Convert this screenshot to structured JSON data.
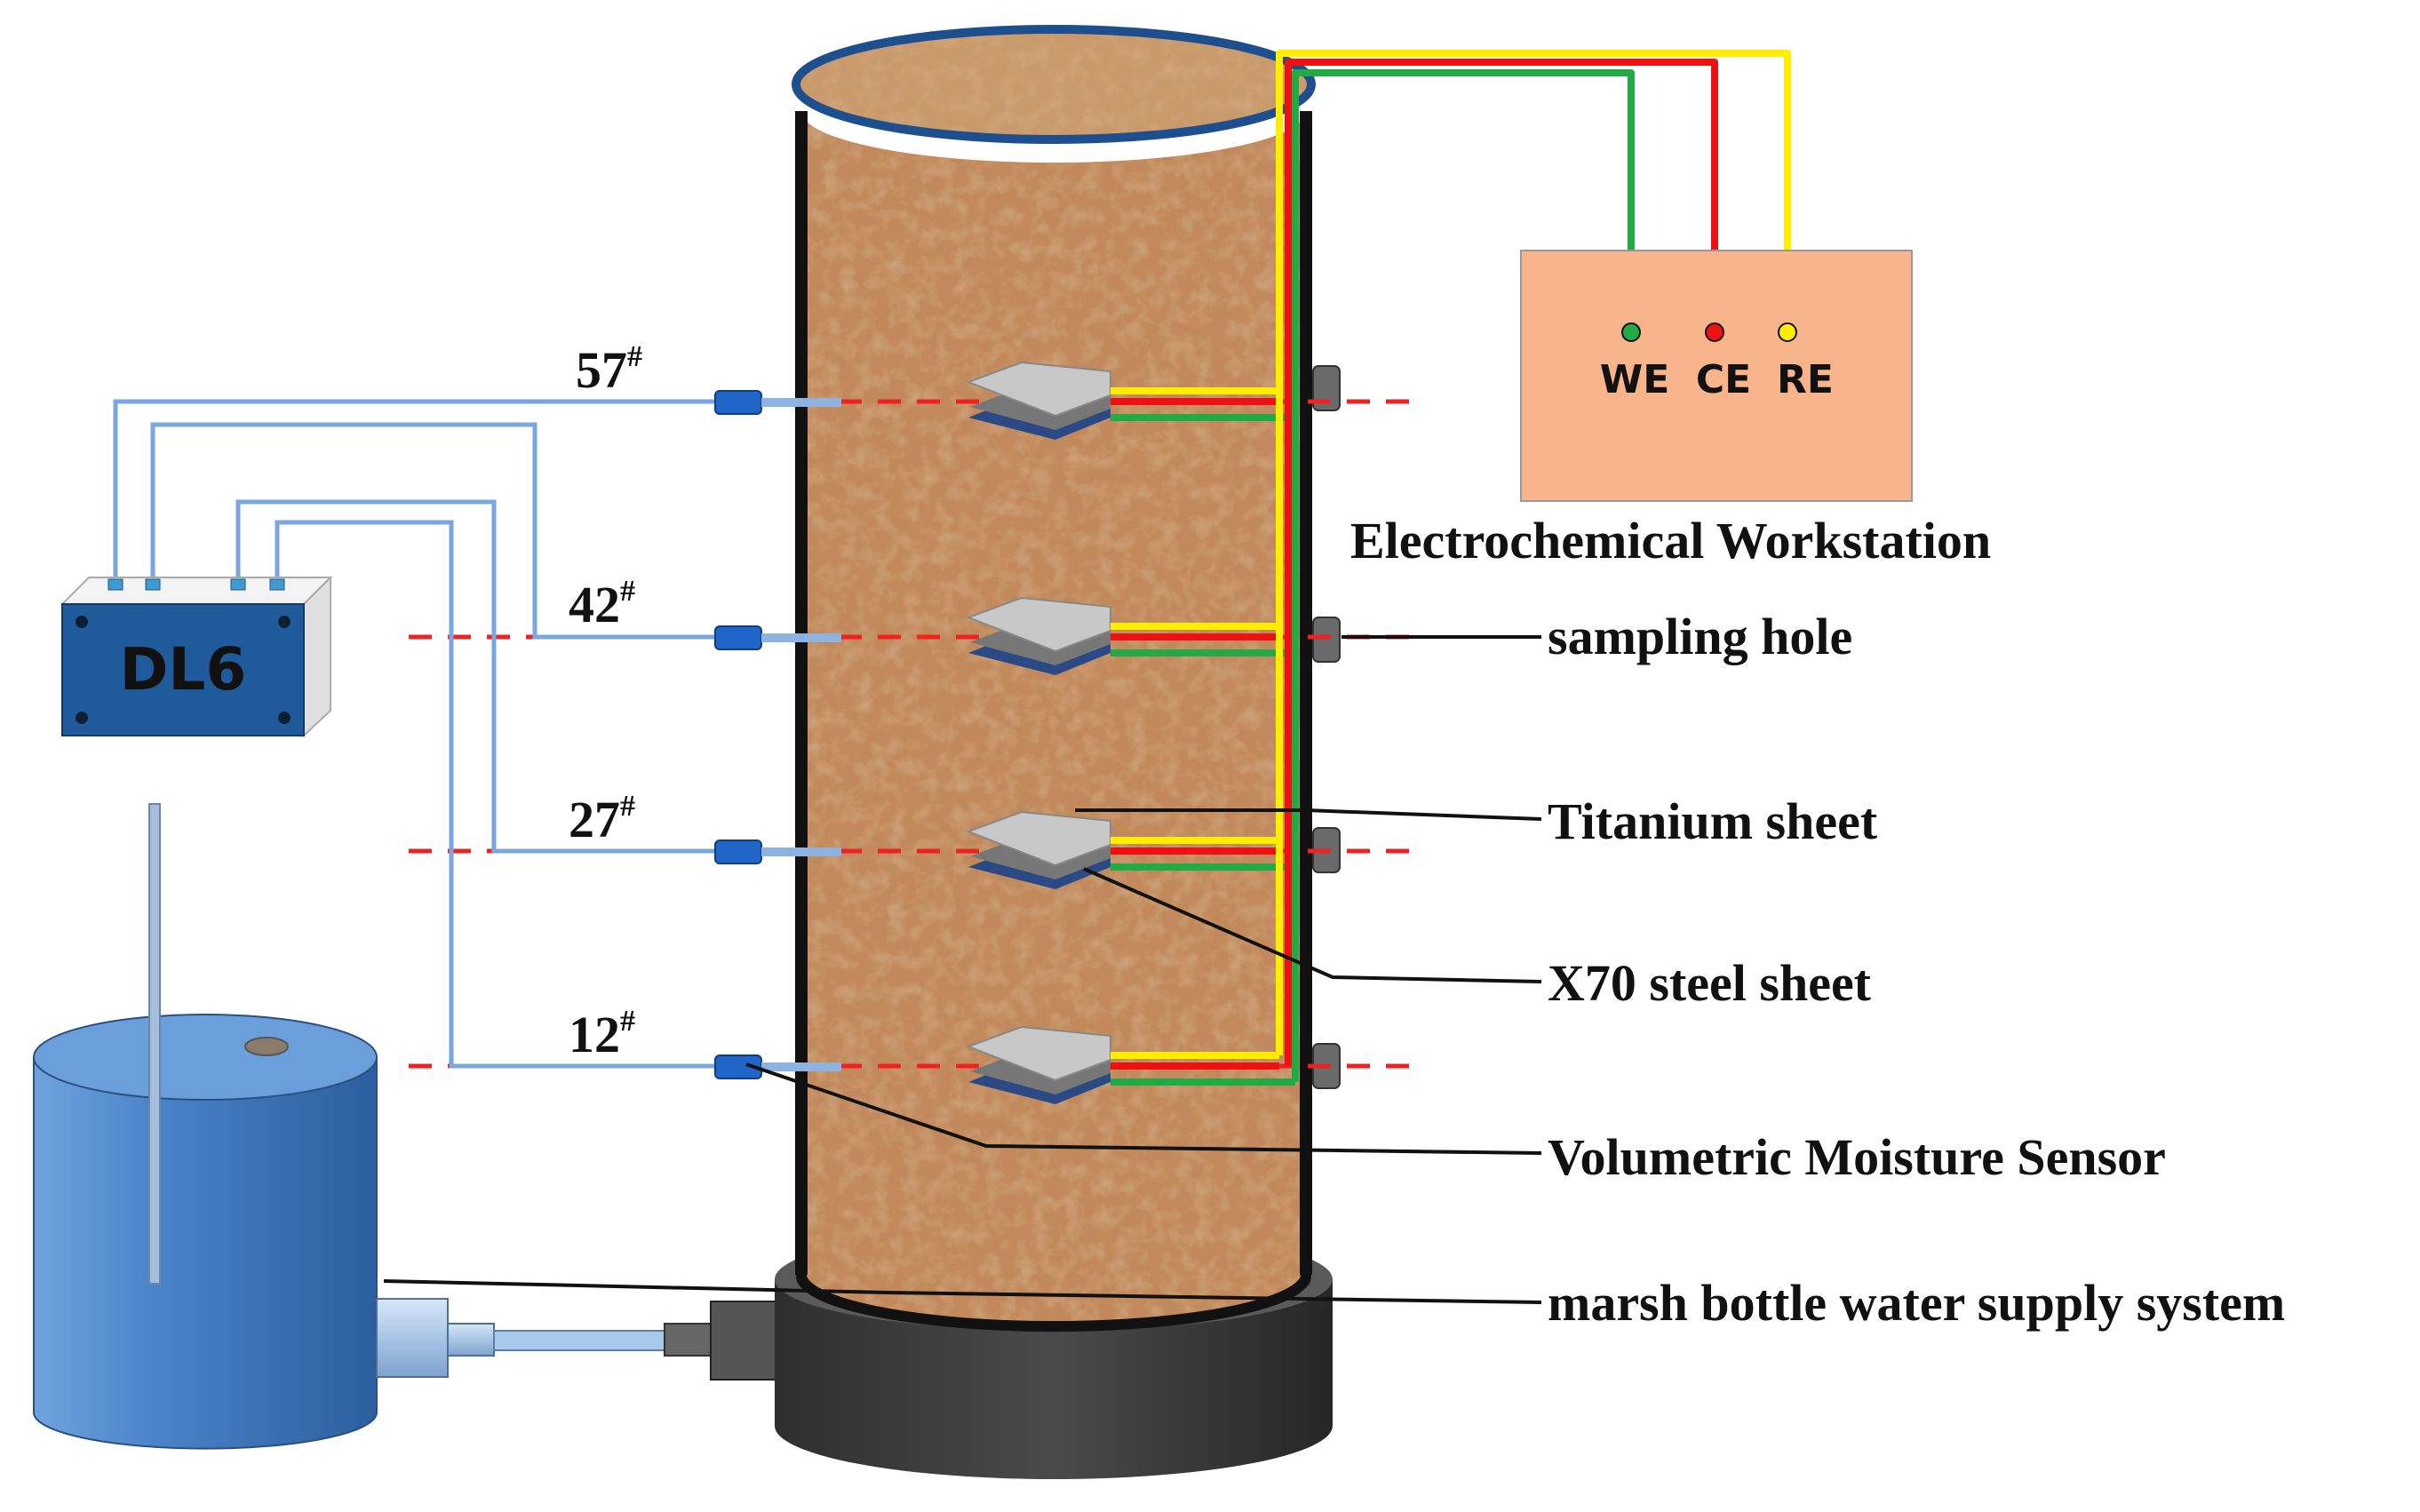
{
  "logger": {
    "label": "DL6"
  },
  "workstation": {
    "terminals": [
      "WE",
      "CE",
      "RE"
    ],
    "title": "Electrochemical Workstation"
  },
  "sensor_depths": [
    "57",
    "42",
    "27",
    "12"
  ],
  "depth_mark": "#",
  "callouts": {
    "sampling_hole": "sampling hole",
    "titanium_sheet": "Titanium sheet",
    "x70_sheet": "X70 steel sheet",
    "moisture_sensor": "Volumetric Moisture Sensor",
    "water_supply": "marsh bottle water supply system"
  },
  "colors": {
    "soil": "#c28a5c",
    "cable_blue": "#7aa7e0",
    "dash_red": "#ee2222",
    "wire_red": "#ee1111",
    "wire_green": "#22aa44",
    "wire_yellow": "#ffee00",
    "workstation_fill": "#f8b48a",
    "logger_fill": "#1f5a9a",
    "tank_fill": "#4a84c8"
  }
}
